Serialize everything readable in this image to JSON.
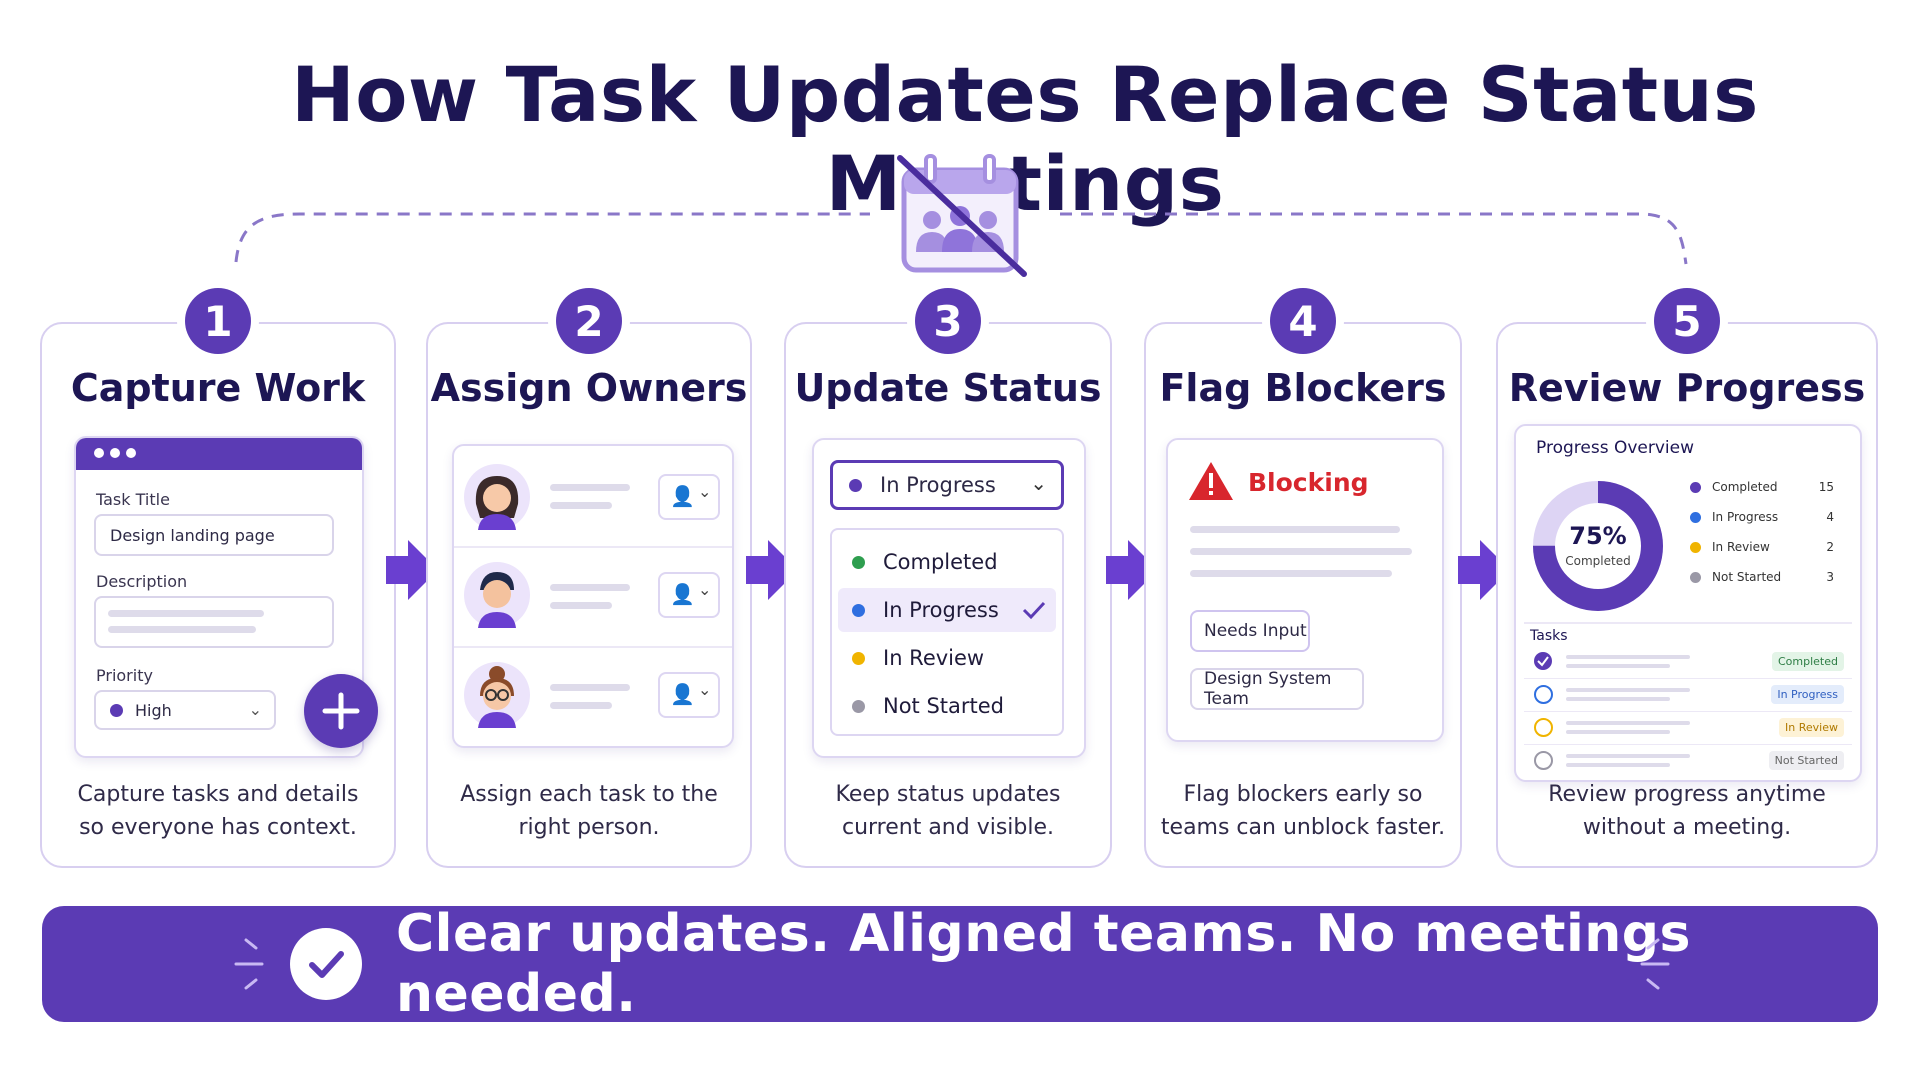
{
  "title": "How Task Updates Replace Status Meetings",
  "colors": {
    "brand": "#5b3bb4",
    "accent": "#6a3fd0",
    "green": "#2e9e4f",
    "blue": "#2f6fe0",
    "yellow": "#f0b400",
    "gray": "#9a98a6",
    "red": "#d8262d"
  },
  "icons": {
    "meeting": "calendar-crossed-icon",
    "plus": "plus-icon",
    "warning": "warning-icon",
    "check": "check-icon"
  },
  "steps": [
    {
      "number": "1",
      "title": "Capture Work",
      "desc": [
        "Capture tasks and details",
        "so everyone has context."
      ],
      "form": {
        "task_title_label": "Task Title",
        "task_title_value": "Design landing page",
        "description_label": "Description",
        "priority_label": "Priority",
        "priority_value": "High"
      }
    },
    {
      "number": "2",
      "title": "Assign Owners",
      "desc": [
        "Assign each task to the",
        "right person."
      ]
    },
    {
      "number": "3",
      "title": "Update Status",
      "desc": [
        "Keep status updates",
        "current and visible."
      ],
      "selected": "In Progress",
      "options": [
        "Completed",
        "In Progress",
        "In Review",
        "Not Started"
      ]
    },
    {
      "number": "4",
      "title": "Flag Blockers",
      "desc": [
        "Flag blockers early so",
        "teams can unblock faster."
      ],
      "blocking_label": "Blocking",
      "tags": [
        "Needs Input",
        "Design System Team"
      ]
    },
    {
      "number": "5",
      "title": "Review Progress",
      "desc": [
        "Review progress anytime",
        "without a meeting."
      ],
      "overview_title": "Progress Overview",
      "percent": "75%",
      "percent_label": "Completed",
      "percent_value": 0.75,
      "legend": [
        {
          "label": "Completed",
          "count": "15"
        },
        {
          "label": "In Progress",
          "count": "4"
        },
        {
          "label": "In Review",
          "count": "2"
        },
        {
          "label": "Not Started",
          "count": "3"
        }
      ],
      "tasks_label": "Tasks",
      "task_tags": [
        "Completed",
        "In Progress",
        "In Review",
        "Not Started"
      ]
    }
  ],
  "banner": "Clear updates. Aligned teams. No meetings needed."
}
